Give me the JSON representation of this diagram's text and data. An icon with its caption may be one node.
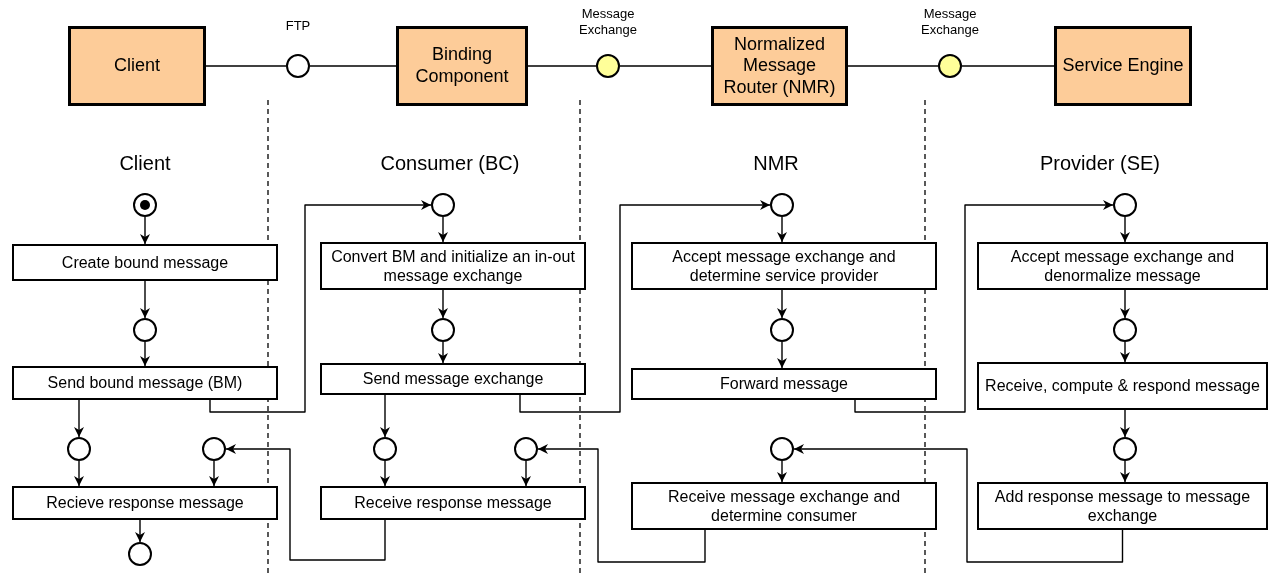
{
  "diagram": {
    "nodes": [
      {
        "text": [
          "Client"
        ]
      },
      {
        "text": [],
        "shape": "circle",
        "beside": [
          "FTP"
        ]
      },
      {
        "text": [
          "Binding Component"
        ]
      },
      {
        "text": [],
        "shape": "circle",
        "beside": [
          "Message Exchange"
        ]
      },
      {
        "text": [
          "Normalized Message Router (NMR)"
        ]
      },
      {
        "text": [],
        "shape": "circle",
        "beside": [
          "Message Exchange"
        ]
      },
      {
        "text": [
          "Service Engine"
        ]
      },
      {
        "text": [],
        "shape": "circle"
      },
      {
        "text": [
          "Create bound message"
        ]
      },
      {
        "text": [],
        "shape": "circle"
      },
      {
        "text": [
          "Send bound message (BM)"
        ]
      },
      {
        "text": [],
        "shape": "circle"
      },
      {
        "text": [],
        "shape": "circle"
      },
      {
        "text": [
          "Recieve response message"
        ]
      },
      {
        "text": [],
        "shape": "circle"
      },
      {
        "text": [],
        "shape": "circle"
      },
      {
        "text": [
          "Convert BM and initialize an in-out message exchange"
        ]
      },
      {
        "text": [],
        "shape": "circle"
      },
      {
        "text": [
          "Send message exchange"
        ]
      },
      {
        "text": [],
        "shape": "circle"
      },
      {
        "text": [],
        "shape": "circle"
      },
      {
        "text": [
          "Receive response message"
        ]
      },
      {
        "text": [],
        "shape": "circle"
      },
      {
        "text": [
          "Accept message exchange and determine service provider"
        ]
      },
      {
        "text": [],
        "shape": "circle"
      },
      {
        "text": [
          "Forward message"
        ]
      },
      {
        "text": [],
        "shape": "circle"
      },
      {
        "text": [
          "Receive message exchange and determine consumer"
        ]
      },
      {
        "text": [],
        "shape": "circle"
      },
      {
        "text": [
          "Accept message exchange and denormalize message"
        ]
      },
      {
        "text": [],
        "shape": "circle"
      },
      {
        "text": [
          "Receive, compute & respond message"
        ]
      },
      {
        "text": [],
        "shape": "circle"
      },
      {
        "text": [
          "Add response message to message exchange"
        ]
      }
    ],
    "edges": [
      {
        "from": 0,
        "to": 1,
        "arrow": "none"
      },
      {
        "from": 1,
        "to": 2,
        "arrow": "none"
      },
      {
        "from": 2,
        "to": 3,
        "arrow": "none"
      },
      {
        "from": 3,
        "to": 4,
        "arrow": "none"
      },
      {
        "from": 4,
        "to": 5,
        "arrow": "none"
      },
      {
        "from": 5,
        "to": 6,
        "arrow": "none"
      },
      {
        "from": 7,
        "to": 8,
        "arrow": "to"
      },
      {
        "from": 8,
        "to": 9,
        "arrow": "to"
      },
      {
        "from": 9,
        "to": 10,
        "arrow": "to"
      },
      {
        "from": 10,
        "to": 11,
        "arrow": "to"
      },
      {
        "from": 10,
        "to": 15,
        "arrow": "to"
      },
      {
        "from": 11,
        "to": 13,
        "arrow": "to"
      },
      {
        "from": 12,
        "to": 13,
        "arrow": "to"
      },
      {
        "from": 13,
        "to": 14,
        "arrow": "to"
      },
      {
        "from": 15,
        "to": 16,
        "arrow": "to"
      },
      {
        "from": 16,
        "to": 17,
        "arrow": "to"
      },
      {
        "from": 17,
        "to": 18,
        "arrow": "to"
      },
      {
        "from": 18,
        "to": 19,
        "arrow": "to"
      },
      {
        "from": 18,
        "to": 22,
        "arrow": "to"
      },
      {
        "from": 19,
        "to": 21,
        "arrow": "to"
      },
      {
        "from": 20,
        "to": 21,
        "arrow": "to"
      },
      {
        "from": 21,
        "to": 12,
        "arrow": "to"
      },
      {
        "from": 22,
        "to": 23,
        "arrow": "to"
      },
      {
        "from": 23,
        "to": 24,
        "arrow": "to"
      },
      {
        "from": 24,
        "to": 25,
        "arrow": "to"
      },
      {
        "from": 25,
        "to": 28,
        "arrow": "to"
      },
      {
        "from": 26,
        "to": 27,
        "arrow": "to"
      },
      {
        "from": 27,
        "to": 20,
        "arrow": "to"
      },
      {
        "from": 28,
        "to": 29,
        "arrow": "to"
      },
      {
        "from": 29,
        "to": 30,
        "arrow": "to"
      },
      {
        "from": 30,
        "to": 31,
        "arrow": "to"
      },
      {
        "from": 31,
        "to": 32,
        "arrow": "to"
      },
      {
        "from": 32,
        "to": 33,
        "arrow": "to"
      },
      {
        "from": 33,
        "to": 26,
        "arrow": "to"
      }
    ],
    "labels": [
      "Client",
      "Consumer (BC)",
      "NMR",
      "Provider (SE)"
    ]
  }
}
